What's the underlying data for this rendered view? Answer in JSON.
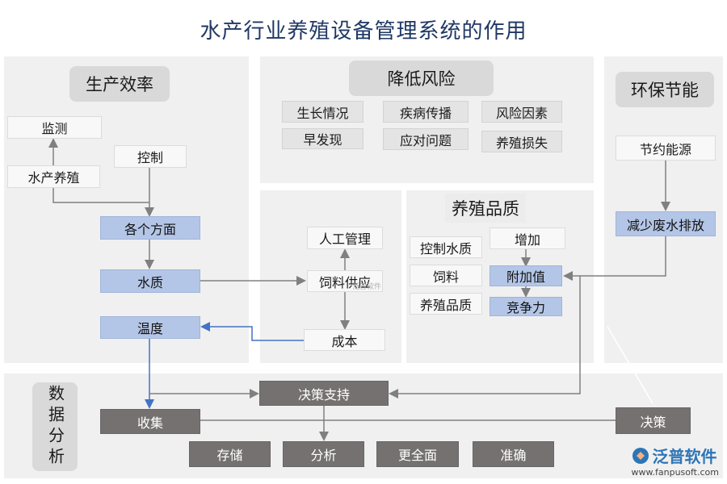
{
  "title": "水产行业养殖设备管理系统的作用",
  "sections": {
    "efficiency": {
      "heading": "生产效率",
      "monitor": "监测",
      "control": "控制",
      "aquaculture": "水产养殖",
      "aspects": "各个方面",
      "water_quality": "水质",
      "temperature": "温度"
    },
    "risk": {
      "heading": "降低风险",
      "items": [
        "生长情况",
        "疾病传播",
        "风险因素",
        "早发现",
        "应对问题",
        "养殖损失"
      ]
    },
    "cost": {
      "manual": "人工管理",
      "feed_supply": "饲料供应",
      "cost": "成本"
    },
    "quality": {
      "heading": "养殖品质",
      "control_water": "控制水质",
      "feed": "饲料",
      "breeding_quality": "养殖品质",
      "increase": "增加",
      "added_value": "附加值",
      "competitiveness": "竞争力"
    },
    "eco": {
      "heading": "环保节能",
      "save_energy": "节约能源",
      "reduce_waste": "减少废水排放"
    },
    "data": {
      "heading": "数据分析",
      "decision_support": "决策支持",
      "collect": "收集",
      "decision": "决策",
      "store": "存储",
      "analyze": "分析",
      "comprehensive": "更全面",
      "accurate": "准确"
    }
  },
  "watermark": {
    "brand": "泛普软件",
    "url": "www.fanpusoft.com",
    "faint": "泛普软件"
  },
  "colors": {
    "title": "#1f3864",
    "panel": "#f0f0f0",
    "highlight": "#b4c6e7",
    "dark_box": "#767171",
    "arrow_gray": "#808080",
    "arrow_blue": "#4472c4"
  }
}
